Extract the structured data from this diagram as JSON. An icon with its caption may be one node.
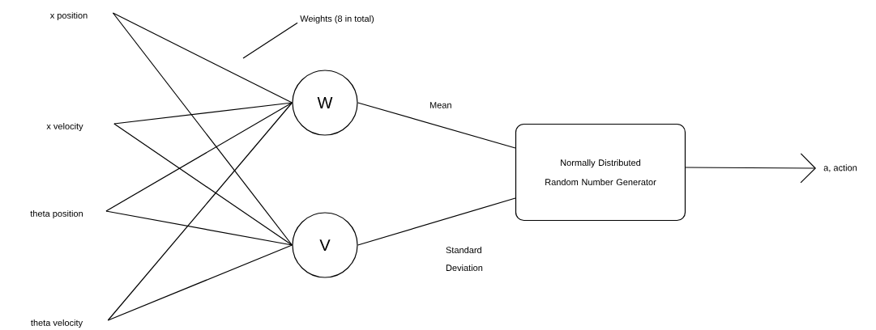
{
  "diagram": {
    "nodes": [
      {
        "text": [
          "x position"
        ]
      },
      {
        "text": [
          "x velocity"
        ]
      },
      {
        "text": [
          "theta position"
        ]
      },
      {
        "text": [
          "theta velocity"
        ]
      },
      {
        "text": [
          "W"
        ]
      },
      {
        "text": [
          "V"
        ]
      },
      {
        "text": [
          "Normally Distributed Random Number Generator"
        ]
      },
      {
        "text": [
          "a, action"
        ]
      },
      {
        "text": [
          "Weights (8 in total)"
        ]
      }
    ],
    "edges": [
      {
        "from": 0,
        "to": 4,
        "arrow": "none"
      },
      {
        "from": 0,
        "to": 5,
        "arrow": "none"
      },
      {
        "from": 1,
        "to": 4,
        "arrow": "none"
      },
      {
        "from": 1,
        "to": 5,
        "arrow": "none"
      },
      {
        "from": 2,
        "to": 4,
        "arrow": "none"
      },
      {
        "from": 2,
        "to": 5,
        "arrow": "none"
      },
      {
        "from": 3,
        "to": 4,
        "arrow": "none"
      },
      {
        "from": 3,
        "to": 5,
        "arrow": "none"
      },
      {
        "from": 4,
        "to": 6,
        "arrow": "none",
        "label": "Mean"
      },
      {
        "from": 5,
        "to": 6,
        "arrow": "none",
        "label": "Standard Deviation"
      },
      {
        "from": 6,
        "to": 7,
        "arrow": "to"
      },
      {
        "from": 8,
        "to": null,
        "arrow": "none"
      }
    ]
  }
}
